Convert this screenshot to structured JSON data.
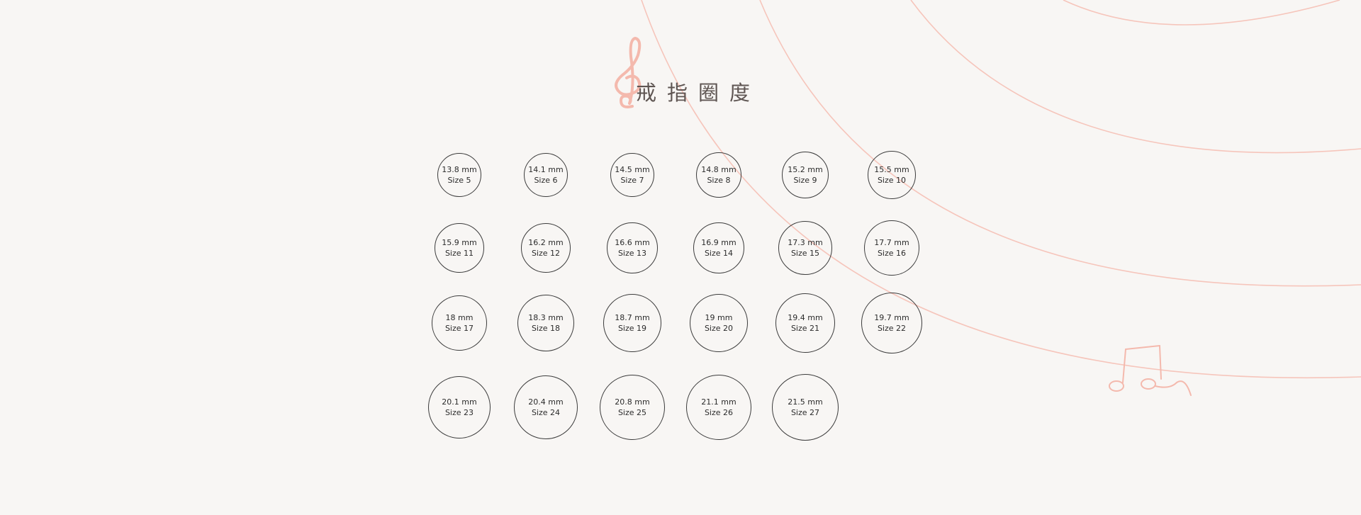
{
  "title": "戒指圈度",
  "colors": {
    "background": "#f8f6f4",
    "accent": "#f4b9ad",
    "ring_stroke": "#3b3b3b",
    "title_text": "#5e5552"
  },
  "icons": {
    "title": "treble-clef-icon",
    "decoration": "music-notes-icon"
  },
  "rings": [
    {
      "mm": "13.8 mm",
      "size": "Size 5",
      "diameter_mm": 13.8,
      "us_size": 5
    },
    {
      "mm": "14.1 mm",
      "size": "Size 6",
      "diameter_mm": 14.1,
      "us_size": 6
    },
    {
      "mm": "14.5 mm",
      "size": "Size 7",
      "diameter_mm": 14.5,
      "us_size": 7
    },
    {
      "mm": "14.8 mm",
      "size": "Size 8",
      "diameter_mm": 14.8,
      "us_size": 8
    },
    {
      "mm": "15.2 mm",
      "size": "Size 9",
      "diameter_mm": 15.2,
      "us_size": 9
    },
    {
      "mm": "15.5 mm",
      "size": "Size 10",
      "diameter_mm": 15.5,
      "us_size": 10
    },
    {
      "mm": "15.9 mm",
      "size": "Size 11",
      "diameter_mm": 15.9,
      "us_size": 11
    },
    {
      "mm": "16.2 mm",
      "size": "Size 12",
      "diameter_mm": 16.2,
      "us_size": 12
    },
    {
      "mm": "16.6 mm",
      "size": "Size 13",
      "diameter_mm": 16.6,
      "us_size": 13
    },
    {
      "mm": "16.9 mm",
      "size": "Size 14",
      "diameter_mm": 16.9,
      "us_size": 14
    },
    {
      "mm": "17.3 mm",
      "size": "Size 15",
      "diameter_mm": 17.3,
      "us_size": 15
    },
    {
      "mm": "17.7 mm",
      "size": "Size 16",
      "diameter_mm": 17.7,
      "us_size": 16
    },
    {
      "mm": "18 mm",
      "size": "Size 17",
      "diameter_mm": 18,
      "us_size": 17
    },
    {
      "mm": "18.3 mm",
      "size": "Size 18",
      "diameter_mm": 18.3,
      "us_size": 18
    },
    {
      "mm": "18.7 mm",
      "size": "Size 19",
      "diameter_mm": 18.7,
      "us_size": 19
    },
    {
      "mm": "19 mm",
      "size": "Size 20",
      "diameter_mm": 19,
      "us_size": 20
    },
    {
      "mm": "19.4 mm",
      "size": "Size 21",
      "diameter_mm": 19.4,
      "us_size": 21
    },
    {
      "mm": "19.7 mm",
      "size": "Size 22",
      "diameter_mm": 19.7,
      "us_size": 22
    },
    {
      "mm": "20.1 mm",
      "size": "Size 23",
      "diameter_mm": 20.1,
      "us_size": 23
    },
    {
      "mm": "20.4 mm",
      "size": "Size 24",
      "diameter_mm": 20.4,
      "us_size": 24
    },
    {
      "mm": "20.8 mm",
      "size": "Size 25",
      "diameter_mm": 20.8,
      "us_size": 25
    },
    {
      "mm": "21.1 mm",
      "size": "Size 26",
      "diameter_mm": 21.1,
      "us_size": 26
    },
    {
      "mm": "21.5 mm",
      "size": "Size 27",
      "diameter_mm": 21.5,
      "us_size": 27
    }
  ]
}
